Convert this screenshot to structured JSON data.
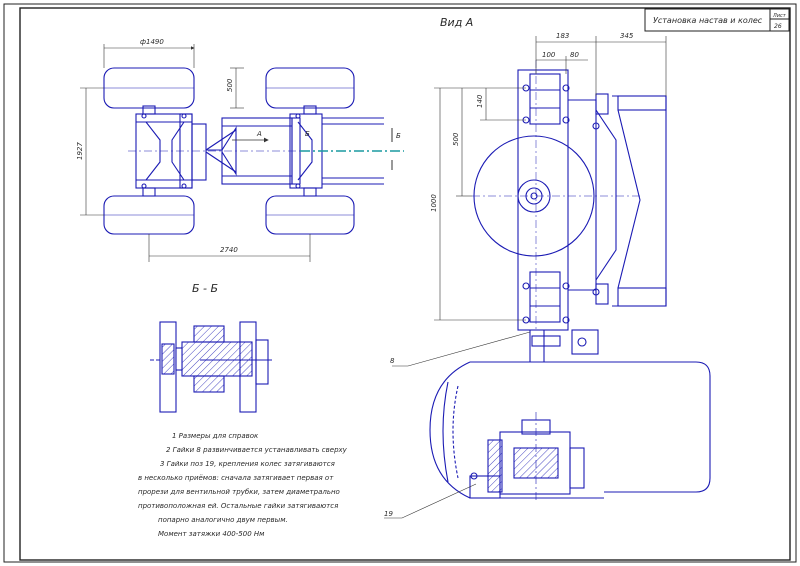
{
  "title_block": {
    "title": "Установка настав и колес",
    "sheet_label": "Лист",
    "sheet_no": "26"
  },
  "views": {
    "view_a": "Вид А",
    "section_bb": "Б - Б",
    "arrow_a": "А",
    "cut_b1": "Б",
    "cut_b2": "Б"
  },
  "dimensions": {
    "d1490": "ф1490",
    "d500_top": "500",
    "d1927": "1927",
    "d2740": "2740",
    "d183": "183",
    "d100": "100",
    "d80": "80",
    "d345": "345",
    "d140": "140",
    "d500_right": "500",
    "d1000": "1000"
  },
  "callouts": {
    "c8": "8",
    "c19": "19"
  },
  "notes": [
    "1 Размеры для справок",
    "2 Гайки 8 развинчивается устанавливать сверху",
    "3 Гайки поз 19, крепления колес затягиваются",
    "в несколько приёмов: сначала затягивает первая от",
    "прорези для вентильной трубки, затем диаметрально",
    "противоположная ей. Остальные гайки затягиваются",
    "попарно аналогично двум первым.",
    "Момент затяжки 400-500 Нм"
  ],
  "colors": {
    "drawing_blue": "#1b1bb4",
    "frame": "#222222",
    "axis_cyan": "#1a9aa0",
    "dim_gray": "#333333"
  }
}
